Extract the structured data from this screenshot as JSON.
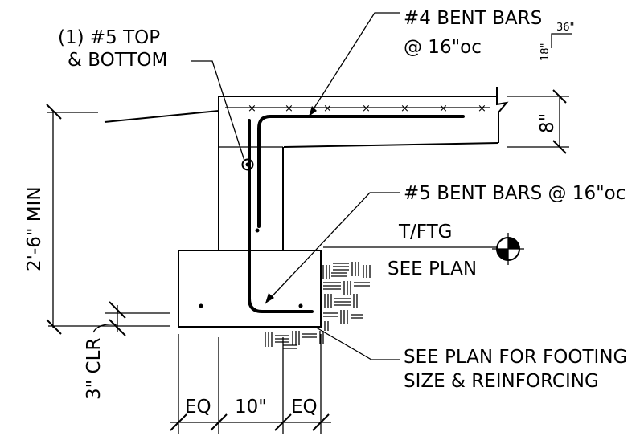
{
  "labels": {
    "top_bottom_line1": "(1) #5 TOP",
    "top_bottom_line2": "& BOTTOM",
    "bent4_line1": "#4 BENT BARS",
    "bent4_line2": "@ 16\"oc",
    "slope_run": "36\"",
    "slope_rise": "18\"",
    "slab_thickness": "8\"",
    "height_min": "2'-6\" MIN",
    "bent5": "#5 BENT BARS @ 16\"oc",
    "tftg": "T/FTG",
    "see_plan": "SEE PLAN",
    "clear_cover": "3\" CLR",
    "footing_note_line1": "SEE PLAN FOR FOOTING",
    "footing_note_line2": "SIZE & REINFORCING",
    "dim_left": "EQ",
    "dim_wall": "10\"",
    "dim_right": "EQ"
  }
}
